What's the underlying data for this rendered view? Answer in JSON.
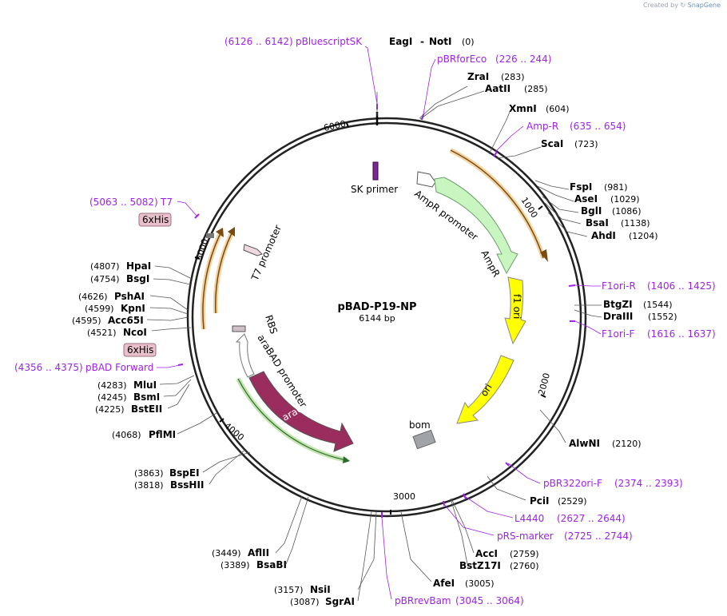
{
  "credit": {
    "text": "Created by",
    "brand": "SnapGene"
  },
  "plasmid": {
    "name": "pBAD-P19-NP",
    "length_label": "6144 bp"
  },
  "colors": {
    "primer": "#a020f0",
    "amp_arc": "#e0a030",
    "ampR": "#c8f5c0",
    "f1ori": "#ffff00",
    "araC": "#9b2d5e",
    "bom": "#a0a4a8",
    "his_tag": "#e8c0cc"
  },
  "ticks": [
    "1000",
    "2000",
    "3000",
    "4000",
    "5000",
    "6000"
  ],
  "enzymes": [
    {
      "name": "EagI",
      "pos": "",
      "sep": "-"
    },
    {
      "name": "NotI",
      "pos": "(0)"
    },
    {
      "name": "ZraI",
      "pos": "(283)"
    },
    {
      "name": "AatII",
      "pos": "(285)"
    },
    {
      "name": "XmnI",
      "pos": "(604)"
    },
    {
      "name": "ScaI",
      "pos": "(723)"
    },
    {
      "name": "FspI",
      "pos": "(981)"
    },
    {
      "name": "AseI",
      "pos": "(1029)"
    },
    {
      "name": "BglI",
      "pos": "(1086)"
    },
    {
      "name": "BsaI",
      "pos": "(1138)"
    },
    {
      "name": "AhdI",
      "pos": "(1204)"
    },
    {
      "name": "BtgZI",
      "pos": "(1544)"
    },
    {
      "name": "DraIII",
      "pos": "(1552)"
    },
    {
      "name": "AlwNI",
      "pos": "(2120)"
    },
    {
      "name": "PciI",
      "pos": "(2529)"
    },
    {
      "name": "AccI",
      "pos": "(2759)"
    },
    {
      "name": "BstZ17I",
      "pos": "(2760)"
    },
    {
      "name": "AfeI",
      "pos": "(3005)"
    },
    {
      "name": "NsiI",
      "pos": "(3157)"
    },
    {
      "name": "SgrAI",
      "pos": "(3087)"
    },
    {
      "name": "AflII",
      "pos": "(3449)"
    },
    {
      "name": "BsaBI",
      "pos": "(3389)"
    },
    {
      "name": "BspEI",
      "pos": "(3863)"
    },
    {
      "name": "BssHII",
      "pos": "(3818)"
    },
    {
      "name": "PflMI",
      "pos": "(4068)"
    },
    {
      "name": "MluI",
      "pos": "(4283)"
    },
    {
      "name": "BsmI",
      "pos": "(4245)"
    },
    {
      "name": "BstEII",
      "pos": "(4225)"
    },
    {
      "name": "NcoI",
      "pos": "(4521)"
    },
    {
      "name": "Acc65I",
      "pos": "(4595)"
    },
    {
      "name": "KpnI",
      "pos": "(4599)"
    },
    {
      "name": "PshAI",
      "pos": "(4626)"
    },
    {
      "name": "BsgI",
      "pos": "(4754)"
    },
    {
      "name": "HpaI",
      "pos": "(4807)"
    }
  ],
  "primers": [
    {
      "name": "pBluescriptSK",
      "range": "(6126 .. 6142)"
    },
    {
      "name": "pBRforEco",
      "range": "(226 .. 244)"
    },
    {
      "name": "Amp-R",
      "range": "(635 .. 654)"
    },
    {
      "name": "F1ori-R",
      "range": "(1406 .. 1425)"
    },
    {
      "name": "F1ori-F",
      "range": "(1616 .. 1637)"
    },
    {
      "name": "pBR322ori-F",
      "range": "(2374 .. 2393)"
    },
    {
      "name": "L4440",
      "range": "(2627 .. 2644)"
    },
    {
      "name": "pRS-marker",
      "range": "(2725 .. 2744)"
    },
    {
      "name": "pBRrevBam",
      "range": "(3045 .. 3064)"
    },
    {
      "name": "pBAD Forward",
      "range": "(4356 .. 4375)"
    },
    {
      "name": "T7",
      "range": "(5063 .. 5082)"
    }
  ],
  "tags": [
    "6xHis",
    "6xHis"
  ],
  "features": {
    "sk_primer": "SK primer",
    "ampr_promoter": "AmpR promoter",
    "ampr": "AmpR",
    "f1_ori": "f1 ori",
    "ori": "ori",
    "bom": "bom",
    "arac": "araC",
    "arabad_promoter": "araBAD promoter",
    "rbs": "RBS",
    "t7_promoter": "T7 promoter"
  }
}
